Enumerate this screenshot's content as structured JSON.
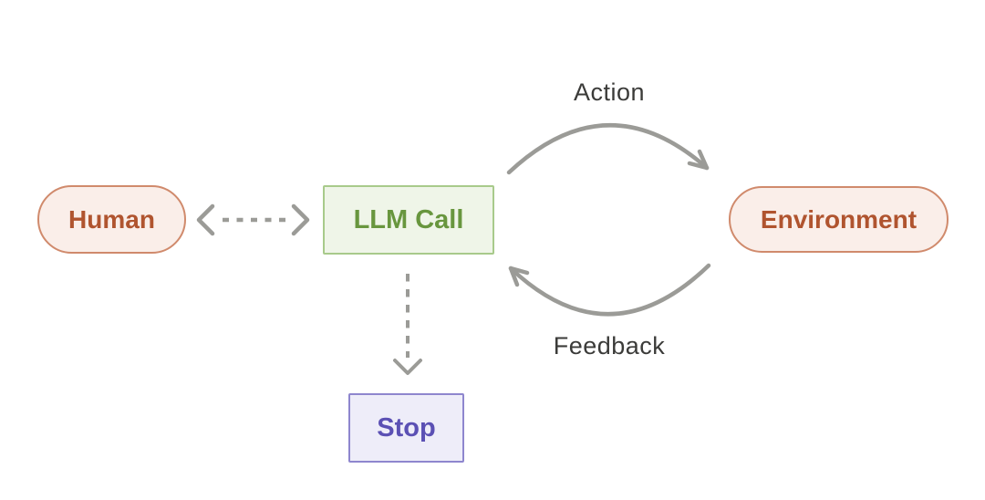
{
  "diagram": {
    "title": "agent-loop",
    "nodes": {
      "human": {
        "label": "Human",
        "shape": "pill"
      },
      "llm_call": {
        "label": "LLM Call",
        "shape": "rectangle"
      },
      "environment": {
        "label": "Environment",
        "shape": "pill"
      },
      "stop": {
        "label": "Stop",
        "shape": "rectangle"
      }
    },
    "edges": {
      "action": {
        "label": "Action",
        "from": "llm_call",
        "to": "environment",
        "style": "curved-solid-arrow"
      },
      "feedback": {
        "label": "Feedback",
        "from": "environment",
        "to": "llm_call",
        "style": "curved-solid-arrow"
      },
      "human_llm": {
        "label": "",
        "from": "human",
        "to": "llm_call",
        "style": "dashed-double-arrow"
      },
      "llm_stop": {
        "label": "",
        "from": "llm_call",
        "to": "stop",
        "style": "dashed-arrow"
      }
    },
    "colors": {
      "background": "#ffffff",
      "terracotta_text": "#b0542f",
      "terracotta_border": "#d08a6c",
      "terracotta_fill": "#faeee9",
      "green_text": "#68963e",
      "green_border": "#a8ca8b",
      "green_fill": "#eff5e8",
      "purple_text": "#5b50b4",
      "purple_border": "#8e86ce",
      "purple_fill": "#eeedf9",
      "arrow_gray": "#9b9b97",
      "label_gray": "#3b3b39"
    }
  }
}
